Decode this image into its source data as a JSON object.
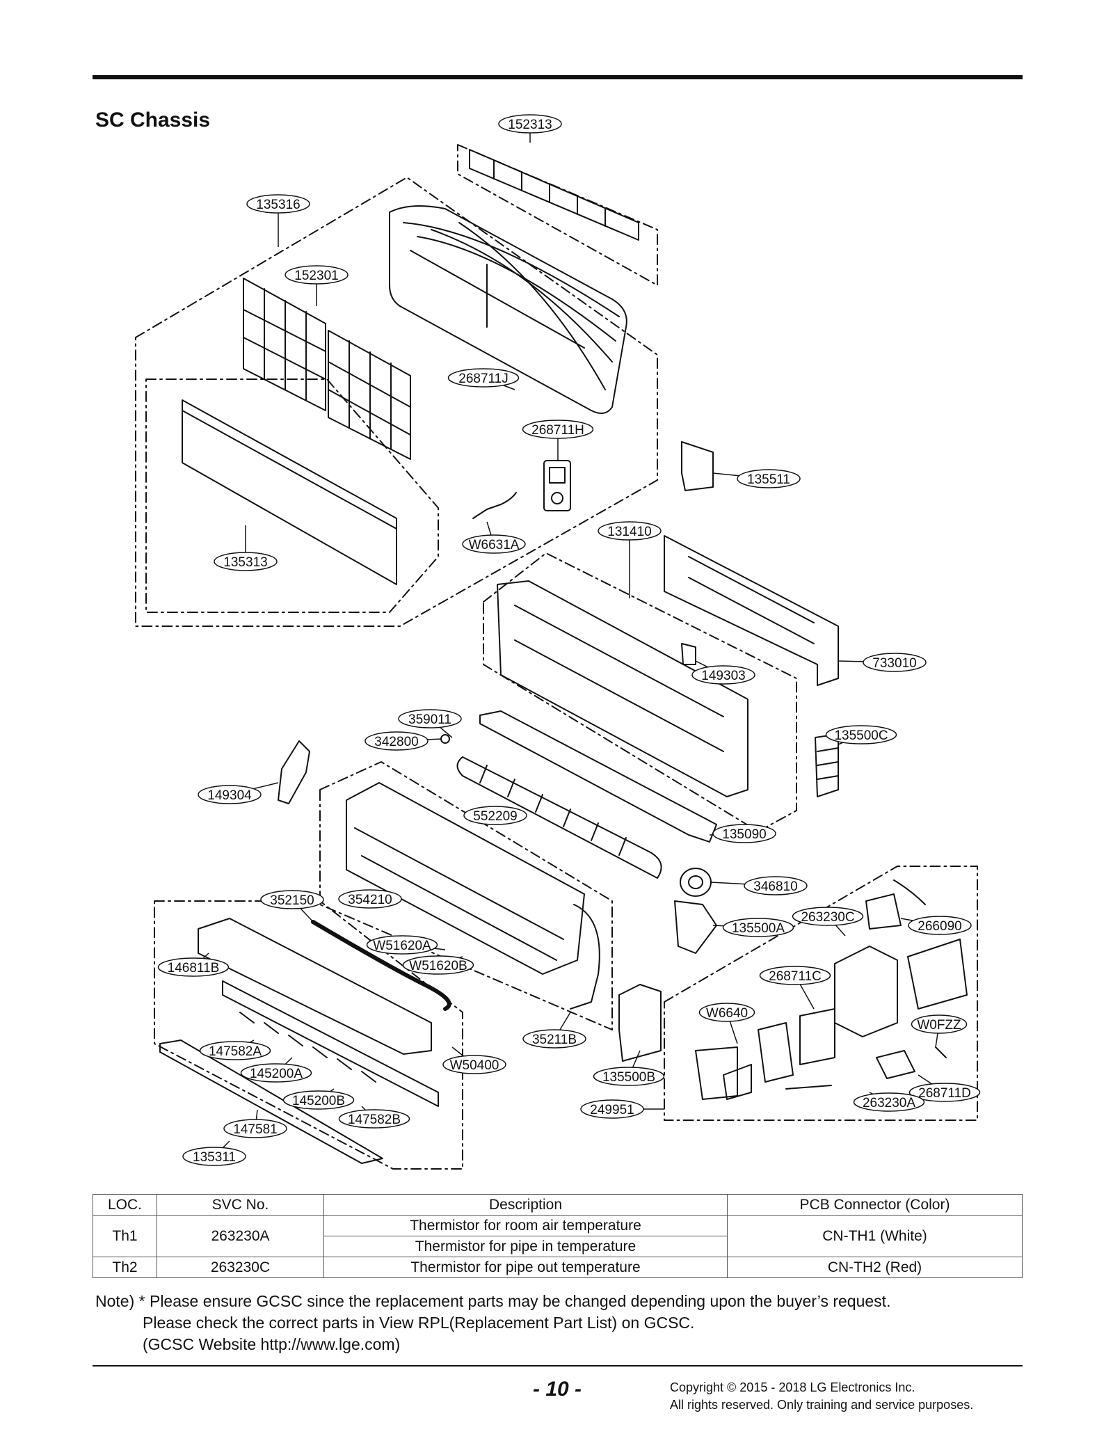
{
  "section_title": "SC Chassis",
  "callouts": [
    {
      "label": "152313"
    },
    {
      "label": "135316"
    },
    {
      "label": "152301"
    },
    {
      "label": "268711J"
    },
    {
      "label": "268711H"
    },
    {
      "label": "135511"
    },
    {
      "label": "W6631A"
    },
    {
      "label": "131410"
    },
    {
      "label": "135313"
    },
    {
      "label": "733010"
    },
    {
      "label": "149303"
    },
    {
      "label": "359011"
    },
    {
      "label": "342800"
    },
    {
      "label": "135500C"
    },
    {
      "label": "149304"
    },
    {
      "label": "552209"
    },
    {
      "label": "135090"
    },
    {
      "label": "346810"
    },
    {
      "label": "352150"
    },
    {
      "label": "354210"
    },
    {
      "label": "263230C"
    },
    {
      "label": "266090"
    },
    {
      "label": "135500A"
    },
    {
      "label": "W51620A"
    },
    {
      "label": "146811B"
    },
    {
      "label": "W51620B"
    },
    {
      "label": "268711C"
    },
    {
      "label": "W6640"
    },
    {
      "label": "W0FZZ"
    },
    {
      "label": "35211B"
    },
    {
      "label": "147582A"
    },
    {
      "label": "W50400"
    },
    {
      "label": "145200A"
    },
    {
      "label": "135500B"
    },
    {
      "label": "268711D"
    },
    {
      "label": "263230A"
    },
    {
      "label": "145200B"
    },
    {
      "label": "147582B"
    },
    {
      "label": "249951"
    },
    {
      "label": "147581"
    },
    {
      "label": "135311"
    }
  ],
  "table": {
    "headers": [
      "LOC.",
      "SVC No.",
      "Description",
      "PCB Connector (Color)"
    ],
    "rows": [
      {
        "loc": "Th1",
        "svc": "263230A",
        "desc1": "Thermistor for room air temperature",
        "desc2": "Thermistor for pipe in temperature",
        "connector": "CN-TH1 (White)"
      },
      {
        "loc": "Th2",
        "svc": "263230C",
        "desc1": "Thermistor for pipe out temperature",
        "connector": "CN-TH2 (Red)"
      }
    ]
  },
  "note": {
    "line1": "Note) * Please ensure GCSC since the replacement parts may be changed depending upon the buyer’s request.",
    "line2": "Please check the correct parts in View RPL(Replacement Part List) on GCSC.",
    "line3": "(GCSC Website http://www.lge.com)"
  },
  "footer": {
    "page_number": "- 10 -",
    "copyright1": "Copyright © 2015 - 2018 LG Electronics Inc.",
    "copyright2": "All rights reserved. Only training and service purposes."
  }
}
